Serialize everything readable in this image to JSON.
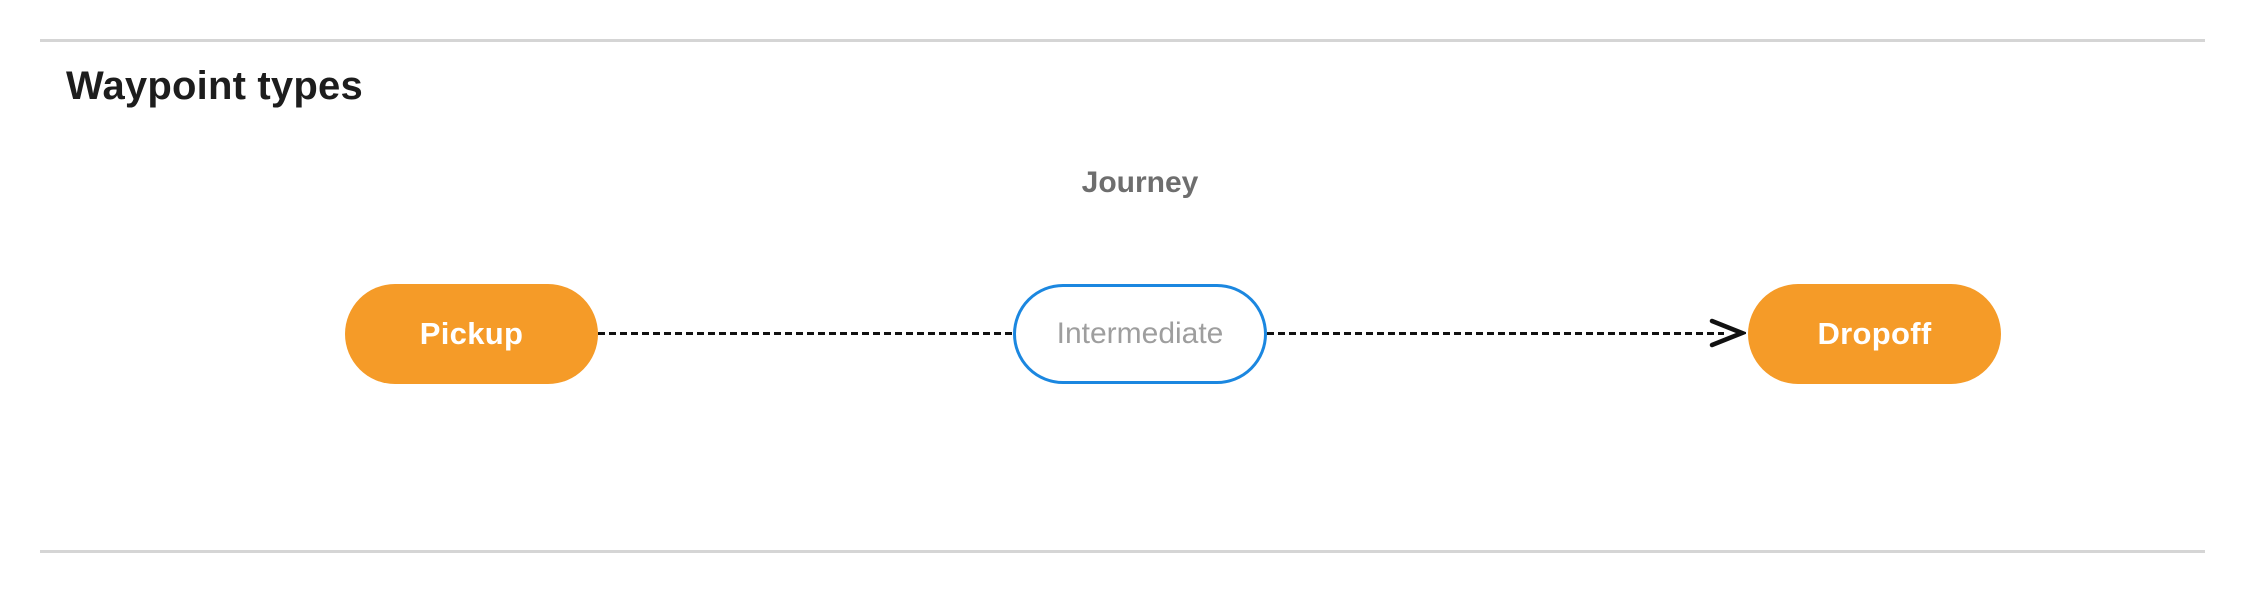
{
  "page": {
    "title": "Waypoint types"
  },
  "diagram": {
    "journey_label": "Journey",
    "nodes": [
      {
        "id": "pickup",
        "label": "Pickup",
        "style": "filled-orange"
      },
      {
        "id": "intermediate",
        "label": "Intermediate",
        "style": "outlined-blue"
      },
      {
        "id": "dropoff",
        "label": "Dropoff",
        "style": "filled-orange"
      }
    ],
    "connector": {
      "style": "dashed",
      "direction": "left-to-right",
      "arrowhead": "open-chevron-right"
    },
    "colors": {
      "node_fill_orange": "#F59B28",
      "node_outline_blue": "#1B87E0",
      "node_text_filled": "#FFFFFF",
      "node_text_outlined": "#9E9E9E",
      "connector_line": "#111111",
      "journey_label_text": "#6E6E6E",
      "title_text": "#1D1D1D",
      "divider": "#D5D5D5",
      "background": "#FFFFFF"
    }
  }
}
